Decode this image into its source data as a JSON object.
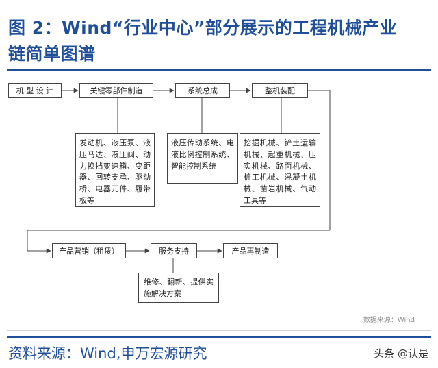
{
  "title": {
    "line1": "图 2：Wind“行业中心”部分展示的工程机械产业",
    "line2": "链简单图谱"
  },
  "nodes": {
    "design": "机 型 设 计",
    "key_parts": "关键零部件制造",
    "system_integration": "系统总成",
    "assembly": "整机装配",
    "marketing": "产品营销（租赁）",
    "service": "服务支持",
    "remanufacture": "产品再制造"
  },
  "details": {
    "key_parts": "发动机、液压泵、液压马达、液压阀、动力换挡变速箱、变距器、回转支承、驱动桥、电器元件、履带板等",
    "system_integration": "液压传动系统、电液比例控制系统、智能控制系统",
    "assembly": "挖掘机械、铲土运输机械、起重机械、压实机械、路面机械、桩工机械、混凝土机械、凿岩机械、气动工具等",
    "service": "维修、翻新、提供实施解决方案"
  },
  "source_note": "数据来源：Wind",
  "footer": {
    "source": "资料来源：Wind,申万宏源研究",
    "watermark": "头条 @认是"
  },
  "colors": {
    "title_blue": "#1f4e9a",
    "line": "#444444",
    "note_gray": "#8a8a8a"
  }
}
